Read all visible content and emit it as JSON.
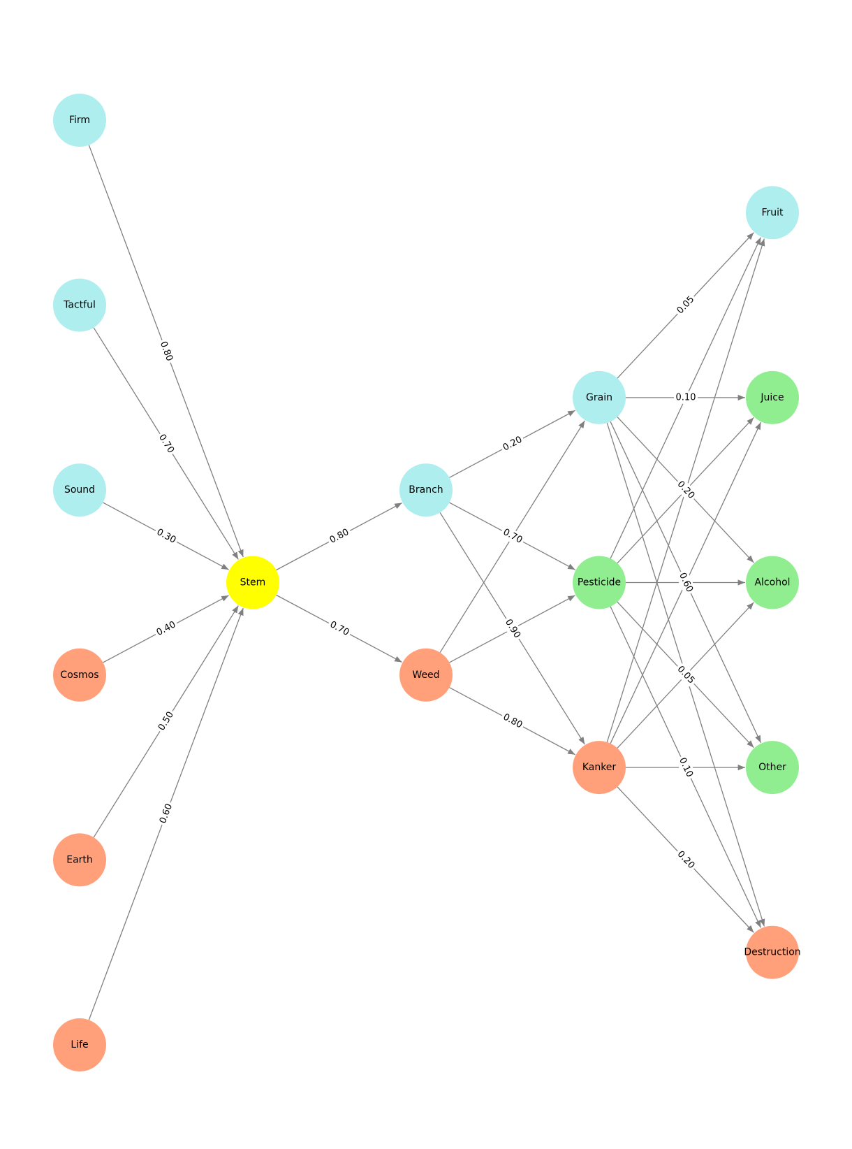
{
  "palette": {
    "cyan": "#afeeee",
    "salmon": "#ffa07a",
    "green": "#90ee90",
    "yellow": "#ffff00",
    "edge": "#808080"
  },
  "nodes": [
    {
      "id": "firm",
      "label": "Firm",
      "color": "cyan",
      "layer": 0,
      "row": 0
    },
    {
      "id": "tactful",
      "label": "Tactful",
      "color": "cyan",
      "layer": 0,
      "row": 1
    },
    {
      "id": "sound",
      "label": "Sound",
      "color": "cyan",
      "layer": 0,
      "row": 2
    },
    {
      "id": "cosmos",
      "label": "Cosmos",
      "color": "salmon",
      "layer": 0,
      "row": 3
    },
    {
      "id": "earth",
      "label": "Earth",
      "color": "salmon",
      "layer": 0,
      "row": 4
    },
    {
      "id": "life",
      "label": "Life",
      "color": "salmon",
      "layer": 0,
      "row": 5
    },
    {
      "id": "stem",
      "label": "Stem",
      "color": "yellow",
      "layer": 1,
      "row": 2.5
    },
    {
      "id": "branch",
      "label": "Branch",
      "color": "cyan",
      "layer": 2,
      "row": 2
    },
    {
      "id": "weed",
      "label": "Weed",
      "color": "salmon",
      "layer": 2,
      "row": 3
    },
    {
      "id": "grain",
      "label": "Grain",
      "color": "cyan",
      "layer": 3,
      "row": 1.5
    },
    {
      "id": "pesticide",
      "label": "Pesticide",
      "color": "green",
      "layer": 3,
      "row": 2.5
    },
    {
      "id": "kanker",
      "label": "Kanker",
      "color": "salmon",
      "layer": 3,
      "row": 3.5
    },
    {
      "id": "fruit",
      "label": "Fruit",
      "color": "cyan",
      "layer": 4,
      "row": 0.5
    },
    {
      "id": "juice",
      "label": "Juice",
      "color": "green",
      "layer": 4,
      "row": 1.5
    },
    {
      "id": "alcohol",
      "label": "Alcohol",
      "color": "green",
      "layer": 4,
      "row": 2.5
    },
    {
      "id": "other",
      "label": "Other",
      "color": "green",
      "layer": 4,
      "row": 3.5
    },
    {
      "id": "destruction",
      "label": "Destruction",
      "color": "salmon",
      "layer": 4,
      "row": 4.5
    }
  ],
  "edges": [
    {
      "from": "firm",
      "to": "stem",
      "label": "0.80"
    },
    {
      "from": "tactful",
      "to": "stem",
      "label": "0.70"
    },
    {
      "from": "sound",
      "to": "stem",
      "label": "0.30"
    },
    {
      "from": "cosmos",
      "to": "stem",
      "label": "0.40"
    },
    {
      "from": "earth",
      "to": "stem",
      "label": "0.50"
    },
    {
      "from": "life",
      "to": "stem",
      "label": "0.60"
    },
    {
      "from": "stem",
      "to": "branch",
      "label": "0.80"
    },
    {
      "from": "stem",
      "to": "weed",
      "label": "0.70"
    },
    {
      "from": "branch",
      "to": "grain",
      "label": "0.20"
    },
    {
      "from": "branch",
      "to": "pesticide",
      "label": "0.70"
    },
    {
      "from": "branch",
      "to": "kanker",
      "label": "0.90"
    },
    {
      "from": "weed",
      "to": "grain",
      "label": ""
    },
    {
      "from": "weed",
      "to": "pesticide",
      "label": ""
    },
    {
      "from": "weed",
      "to": "kanker",
      "label": "0.80"
    },
    {
      "from": "grain",
      "to": "fruit",
      "label": "0.05"
    },
    {
      "from": "grain",
      "to": "juice",
      "label": "0.10"
    },
    {
      "from": "grain",
      "to": "alcohol",
      "label": "0.20"
    },
    {
      "from": "grain",
      "to": "other",
      "label": "0.60"
    },
    {
      "from": "grain",
      "to": "destruction",
      "label": ""
    },
    {
      "from": "pesticide",
      "to": "fruit",
      "label": ""
    },
    {
      "from": "pesticide",
      "to": "juice",
      "label": ""
    },
    {
      "from": "pesticide",
      "to": "alcohol",
      "label": ""
    },
    {
      "from": "pesticide",
      "to": "other",
      "label": "0.05"
    },
    {
      "from": "pesticide",
      "to": "destruction",
      "label": "0.10"
    },
    {
      "from": "kanker",
      "to": "fruit",
      "label": ""
    },
    {
      "from": "kanker",
      "to": "juice",
      "label": ""
    },
    {
      "from": "kanker",
      "to": "alcohol",
      "label": ""
    },
    {
      "from": "kanker",
      "to": "other",
      "label": ""
    },
    {
      "from": "kanker",
      "to": "destruction",
      "label": "0.20"
    }
  ]
}
